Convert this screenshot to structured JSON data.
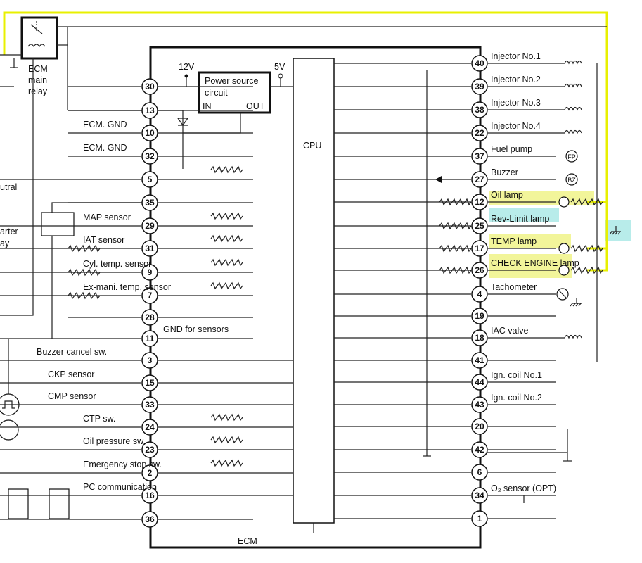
{
  "colors": {
    "wire": "#222222",
    "yellow_wire": "#e8f000",
    "highlight_yellow": "#f2f59a",
    "highlight_cyan": "#b8ecea"
  },
  "relay": {
    "l1": "ECM",
    "l2": "main",
    "l3": "relay"
  },
  "supply": {
    "v12": "12V",
    "v5": "5V"
  },
  "psu": {
    "l1": "Power source",
    "l2": "circuit",
    "in": "IN",
    "out": "OUT"
  },
  "cpu": {
    "label": "CPU"
  },
  "ecm": {
    "label": "ECM"
  },
  "partials": {
    "utral": "utral",
    "arter": "arter",
    "ay": "ay"
  },
  "left_pins": [
    {
      "num": "30",
      "label": ""
    },
    {
      "num": "13",
      "label": ""
    },
    {
      "num": "10",
      "label": "ECM. GND"
    },
    {
      "num": "32",
      "label": "ECM. GND"
    },
    {
      "num": "5",
      "label": ""
    },
    {
      "num": "35",
      "label": ""
    },
    {
      "num": "29",
      "label": "MAP sensor"
    },
    {
      "num": "31",
      "label": "IAT sensor"
    },
    {
      "num": "9",
      "label": "Cyl. temp. sensor"
    },
    {
      "num": "7",
      "label": "Ex-mani. temp. sensor"
    },
    {
      "num": "28",
      "label": ""
    },
    {
      "num": "11",
      "label": "GND for sensors"
    },
    {
      "num": "3",
      "label": "Buzzer cancel sw."
    },
    {
      "num": "15",
      "label": "CKP sensor"
    },
    {
      "num": "33",
      "label": "CMP sensor"
    },
    {
      "num": "24",
      "label": "CTP sw."
    },
    {
      "num": "23",
      "label": "Oil pressure sw."
    },
    {
      "num": "2",
      "label": "Emergency stop sw."
    },
    {
      "num": "16",
      "label": "PC communication"
    },
    {
      "num": "36",
      "label": ""
    }
  ],
  "right_pins": [
    {
      "num": "40",
      "label": "Injector No.1"
    },
    {
      "num": "39",
      "label": "Injector No.2"
    },
    {
      "num": "38",
      "label": "Injector No.3"
    },
    {
      "num": "22",
      "label": "Injector No.4"
    },
    {
      "num": "37",
      "label": "Fuel pump"
    },
    {
      "num": "27",
      "label": "Buzzer"
    },
    {
      "num": "12",
      "label": "Oil lamp"
    },
    {
      "num": "25",
      "label": "Rev-Limit lamp"
    },
    {
      "num": "17",
      "label": "TEMP lamp"
    },
    {
      "num": "26",
      "label": "CHECK ENGINE lamp"
    },
    {
      "num": "4",
      "label": "Tachometer"
    },
    {
      "num": "19",
      "label": ""
    },
    {
      "num": "18",
      "label": "IAC valve"
    },
    {
      "num": "41",
      "label": ""
    },
    {
      "num": "44",
      "label": "Ign. coil No.1"
    },
    {
      "num": "43",
      "label": "Ign. coil No.2"
    },
    {
      "num": "20",
      "label": ""
    },
    {
      "num": "42",
      "label": ""
    },
    {
      "num": "6",
      "label": ""
    },
    {
      "num": "34",
      "label": "O₂ sensor (OPT)"
    },
    {
      "num": "1",
      "label": ""
    }
  ],
  "fp_badge": "FP",
  "bz_badge": "BZ"
}
